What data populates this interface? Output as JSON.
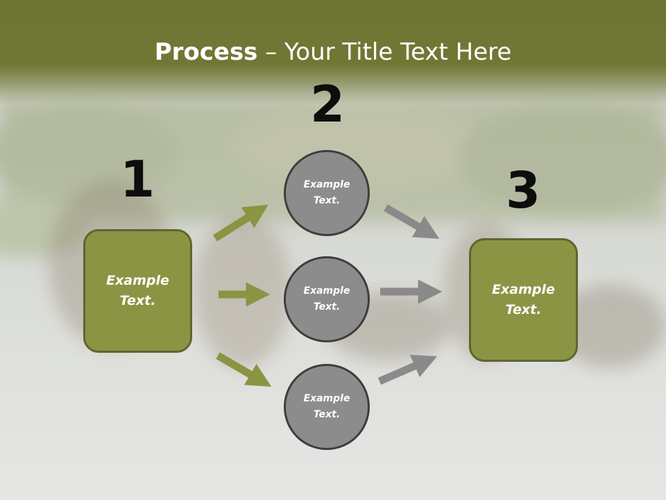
{
  "slide": {
    "title_bold": "Process",
    "title_rest": " – Your Title Text Here"
  },
  "steps": [
    {
      "number": "1",
      "line1": "Example",
      "line2": "Text."
    },
    {
      "number": "2"
    },
    {
      "number": "3",
      "line1": "Example",
      "line2": "Text."
    }
  ],
  "circles": [
    {
      "line1": "Example",
      "line2": "Text."
    },
    {
      "line1": "Example",
      "line2": "Text."
    },
    {
      "line1": "Example",
      "line2": "Text."
    }
  ],
  "colors": {
    "header": "#707734",
    "box_fill": "#8a9443",
    "circle_fill": "#8c8c8c",
    "arrow_green": "#8a9443",
    "arrow_gray": "#8a8a8a"
  }
}
